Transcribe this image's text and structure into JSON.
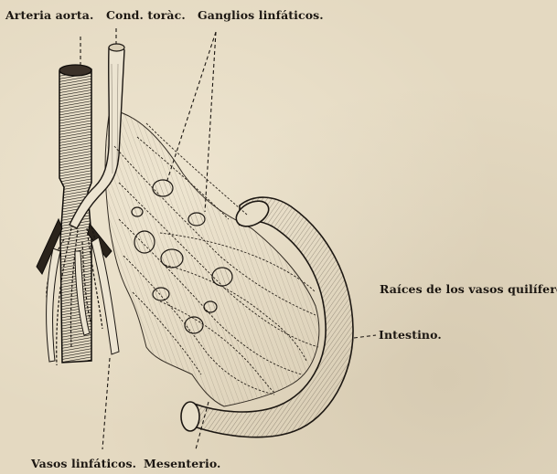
{
  "labels": {
    "arteria_aorta": "Arteria aorta.",
    "conducto_toracico": "Cond. toràc.",
    "ganglios_linfaticos": "Ganglios linfáticos.",
    "raices_vasos_quiliferos": "Raíces de los vasos quilíferos.",
    "intestino": "Intestino.",
    "vasos_linfaticos": "Vasos linfáticos.",
    "mesenterio": "Mesenterio."
  },
  "colors": {
    "paper": "#e4d9c1",
    "ink": "#1c1712"
  }
}
